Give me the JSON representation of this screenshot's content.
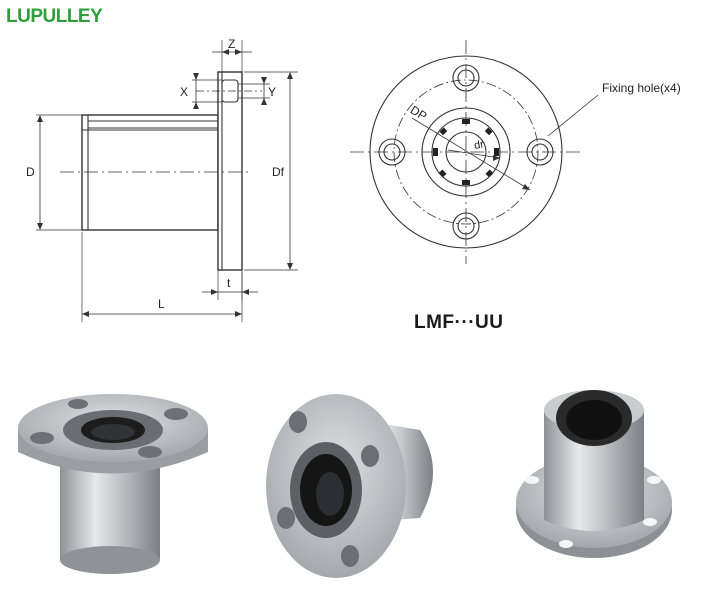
{
  "brand": {
    "name": "LUPULLEY",
    "color": "#2f9e3a"
  },
  "side_view": {
    "dims": {
      "z": "Z",
      "x": "X",
      "y": "Y",
      "d": "D",
      "df": "Df",
      "t": "t",
      "l": "L"
    }
  },
  "front_view": {
    "dims": {
      "dp": "DP",
      "dr": "dr"
    },
    "callout": "Fixing hole(x4)"
  },
  "model_label": "LMF···UU",
  "photos": [
    {
      "name": "flange-bearing-photo-top",
      "icon": "flange-bearing-vertical"
    },
    {
      "name": "flange-bearing-photo-front",
      "icon": "flange-bearing-angled"
    },
    {
      "name": "flange-bearing-photo-up",
      "icon": "flange-bearing-upright"
    }
  ]
}
